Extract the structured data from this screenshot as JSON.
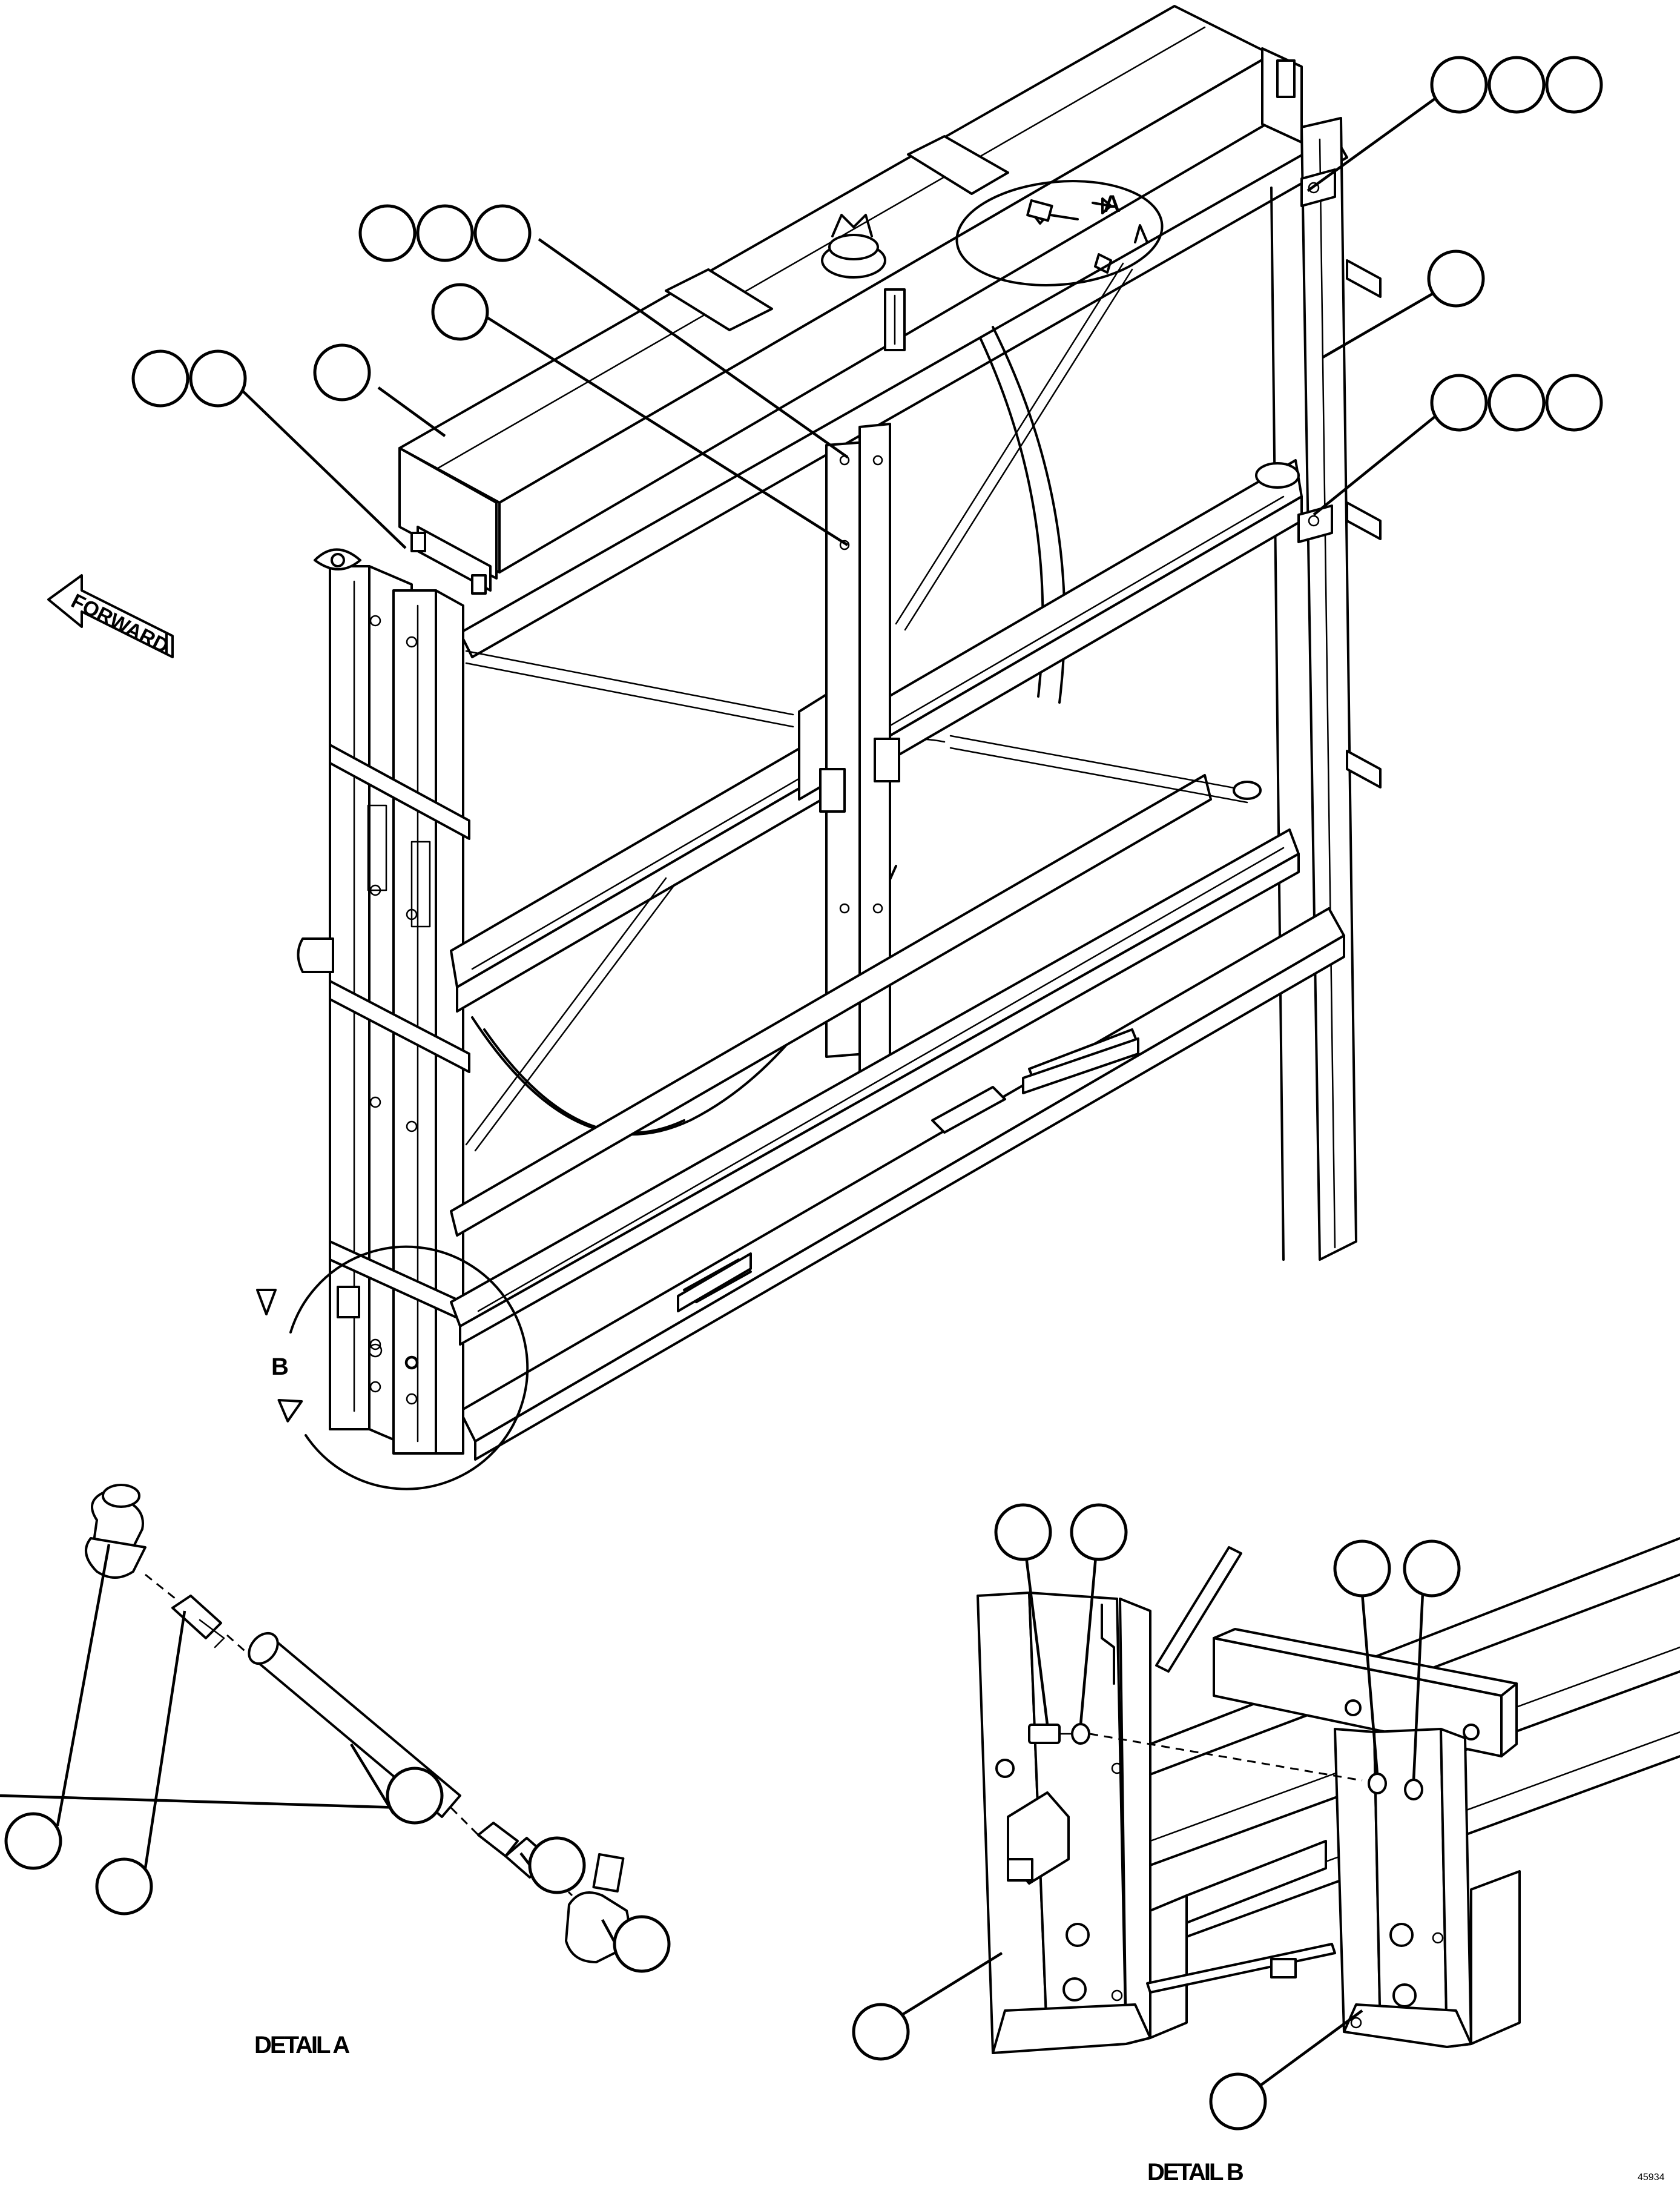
{
  "forward_label": "FORWARD",
  "view_marker_a": "A",
  "view_marker_b": "B",
  "detail_a_title": "DETAIL A",
  "detail_b_title": "DETAIL B",
  "figure_number": "45934",
  "colors": {
    "line": "#000000",
    "paper": "#ffffff"
  }
}
